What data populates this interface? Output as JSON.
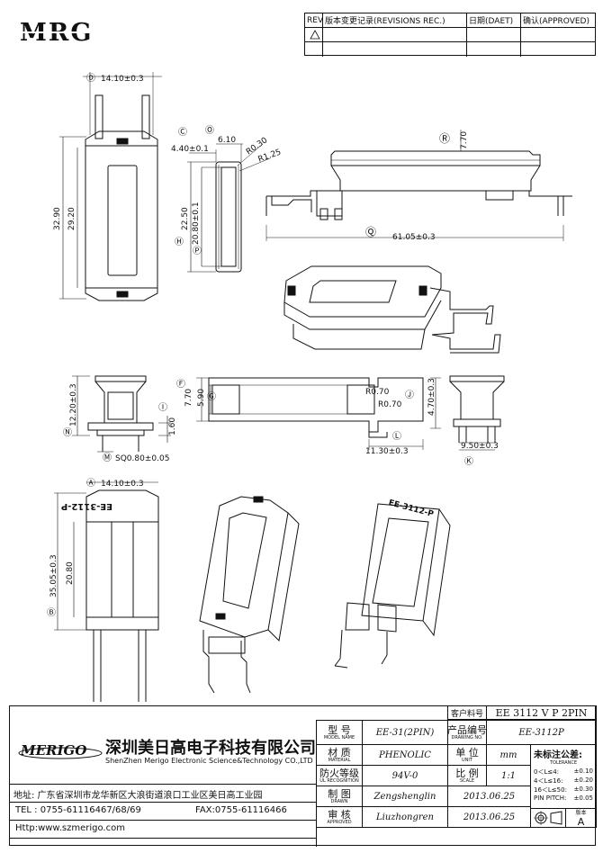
{
  "logo": {
    "text": "MRG"
  },
  "revision_table": {
    "headers": {
      "rev": "REV.",
      "content": "版本变更记录(REVISIONS REC.)",
      "date": "日期(DAET)",
      "confirm": "确认(APPROVED)"
    }
  },
  "dimensions": {
    "D_label": "Ⓓ",
    "D_value": "14.10±0.3",
    "C_label": "Ⓒ",
    "C_value": "4.40±0.1",
    "O_label": "Ⓞ",
    "O_value": "6.10",
    "R030": "R0.30",
    "R125": "R1.25",
    "R_label": "Ⓡ",
    "R_value": "7.70",
    "v3290": "32.90",
    "v2920": "29.20",
    "H_label": "Ⓗ",
    "P_label": "Ⓟ",
    "v2250": "22.50",
    "v2080": "20.80±0.1",
    "Q_label": "Ⓠ",
    "Q_value": "61.05±0.3",
    "N_label": "Ⓝ",
    "N_value": "12.20±0.3",
    "I_label": "Ⓘ",
    "v160": "1.60",
    "M_label": "Ⓜ",
    "M_value": "SQ0.80±0.05",
    "F_label": "Ⓕ",
    "F_value": "7.70",
    "G_label": "Ⓖ",
    "G_value": "5.90",
    "R070a": "R0.70",
    "R070b": "R0.70",
    "J_label": "Ⓙ",
    "J_value": "4.70±0.3",
    "L_label": "Ⓛ",
    "L_value": "11.30±0.3",
    "K_label": "Ⓚ",
    "K_value": "9.50±0.3",
    "A_label": "Ⓐ",
    "A_value": "14.10±0.3",
    "B_label": "Ⓑ",
    "B_value": "35.05±0.3",
    "v2080b": "20.80",
    "part_mark": "EE-3112-P"
  },
  "title_block": {
    "company_logo": "MERIGO",
    "company_cn": "深圳美日高电子科技有限公司",
    "company_en": "ShenZhen Merigo Electronic Science&Technology CO.,LTD",
    "address": "地址: 广东省深圳市龙华新区大浪街道浪口工业区美日高工业园",
    "tel": "TEL : 0755-61116467/68/69",
    "fax": "FAX:0755-61116466",
    "http": "Http:www.szmerigo.com",
    "customer_part_label": "客户料号",
    "customer_part_value": "EE 3112 V P 2PIN",
    "model_label_cn": "型  号",
    "model_label_en": "MODEL NAME",
    "model_value": "EE-31(2PIN)",
    "drawing_no_label_cn": "产品编号",
    "drawing_no_label_en": "DRAWING NO.",
    "drawing_no_value": "EE-3112P",
    "material_label_cn": "材  质",
    "material_label_en": "MATERIAL",
    "material_value": "PHENOLIC",
    "unit_label_cn": "单  位",
    "unit_label_en": "UNIT",
    "unit_value": "mm",
    "ul_label_cn": "防火等级",
    "ul_label_en": "UL RECOGNITION",
    "ul_value": "94V-0",
    "scale_label_cn": "比  例",
    "scale_label_en": "SCALE",
    "scale_value": "1:1",
    "drawn_label_cn": "制  图",
    "drawn_label_en": "DRAWN",
    "drawn_value": "Zengshenglin",
    "drawn_date": "2013.06.25",
    "approved_label_cn": "审  核",
    "approved_label_en": "APPROVED",
    "approved_value": "Liuzhongren",
    "approved_date": "2013.06.25",
    "tolerance_title_cn": "未标注公差:",
    "tolerance_title_en": "TOLERANCE",
    "tolerance_rows": [
      {
        "range": "0＜L≤4:",
        "tol": "±0.10"
      },
      {
        "range": "4＜L≤16:",
        "tol": "±0.20"
      },
      {
        "range": "16＜L≤50:",
        "tol": "±0.30"
      },
      {
        "range": "PIN PITCH:",
        "tol": "±0.05"
      }
    ],
    "version_label": "版本",
    "version_value": "A"
  }
}
